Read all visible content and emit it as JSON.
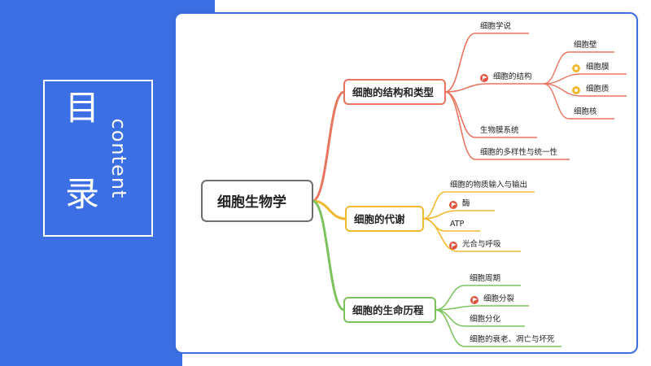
{
  "slide": {
    "title_chars": [
      "目",
      "录"
    ],
    "subtitle": "content"
  },
  "mindmap": {
    "root": "细胞生物学",
    "branches": [
      {
        "label": "细胞的结构和类型",
        "color": "#e87560",
        "children": [
          {
            "label": "细胞学说"
          },
          {
            "label": "细胞的结构",
            "children": [
              {
                "label": "细胞壁"
              },
              {
                "label": "细胞膜"
              },
              {
                "label": "细胞质"
              },
              {
                "label": "细胞核"
              }
            ]
          },
          {
            "label": "生物膜系统"
          },
          {
            "label": "细胞的多样性与统一性"
          }
        ]
      },
      {
        "label": "细胞的代谢",
        "color": "#f0b92f",
        "children": [
          {
            "label": "细胞的物质输入与输出"
          },
          {
            "label": "酶"
          },
          {
            "label": "ATP"
          },
          {
            "label": "光合与呼吸"
          }
        ]
      },
      {
        "label": "细胞的生命历程",
        "color": "#7cc35f",
        "children": [
          {
            "label": "细胞周期"
          },
          {
            "label": "细胞分裂"
          },
          {
            "label": "细胞分化"
          },
          {
            "label": "细胞的衰老、凋亡与坏死"
          }
        ]
      }
    ]
  }
}
